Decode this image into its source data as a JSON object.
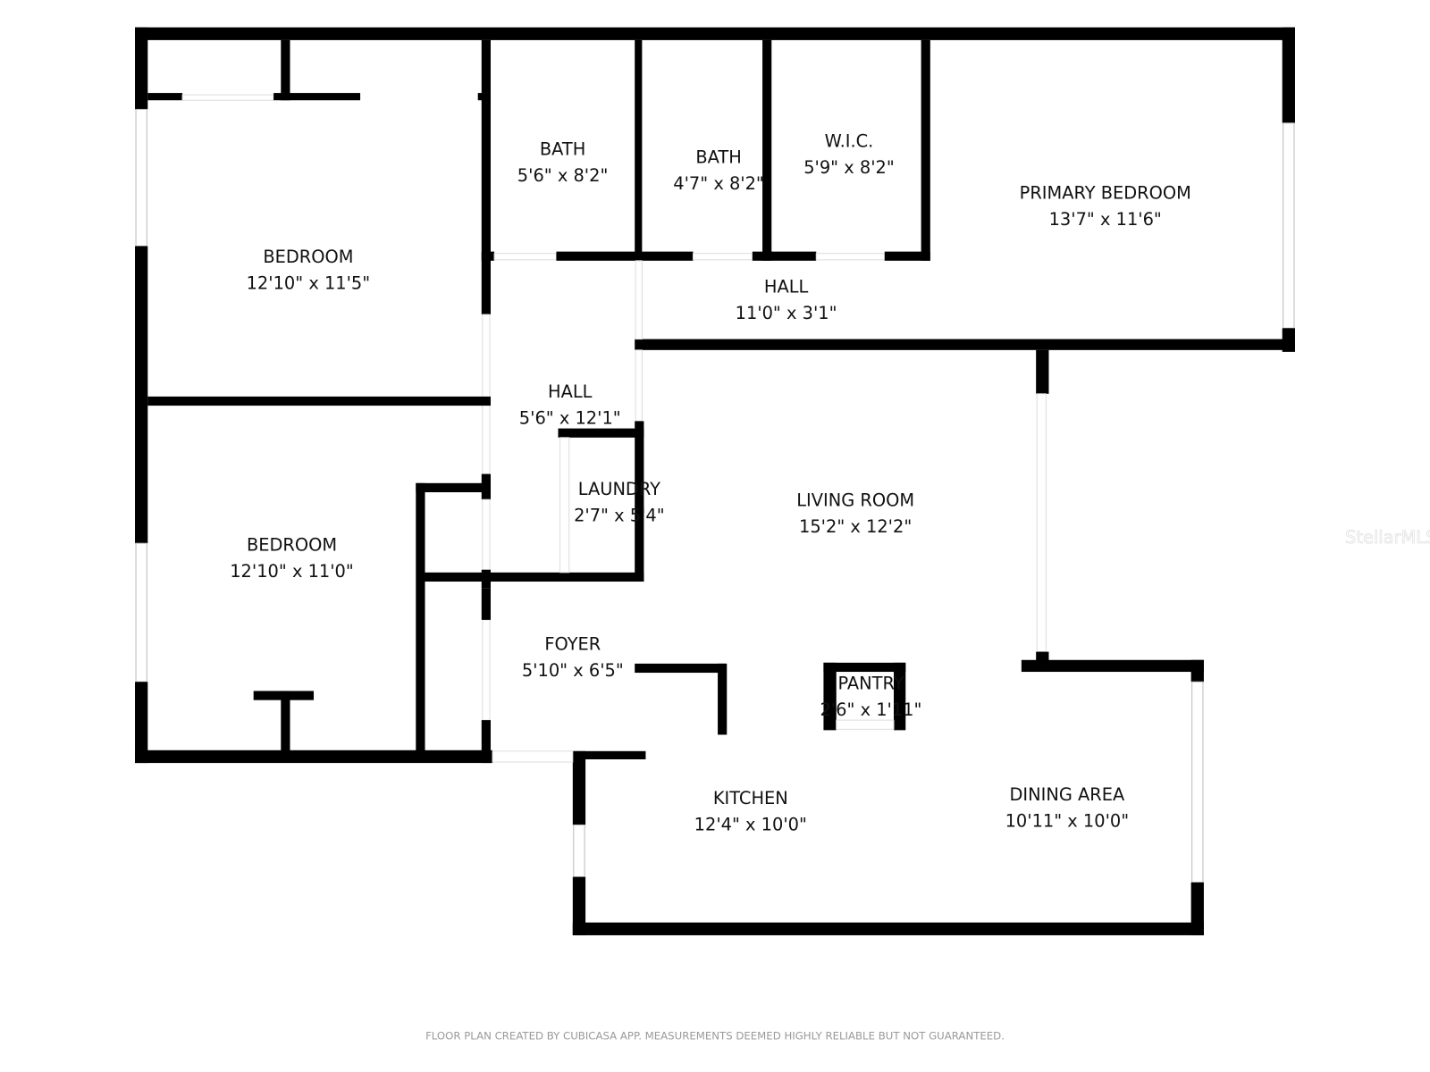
{
  "rooms": [
    {
      "id": "bedroom-1",
      "name": "BEDROOM",
      "dimensions": "12'10\" x 11'5\""
    },
    {
      "id": "bath-1",
      "name": "BATH",
      "dimensions": "5'6\" x 8'2\""
    },
    {
      "id": "bath-2",
      "name": "BATH",
      "dimensions": "4'7\" x 8'2\""
    },
    {
      "id": "wic",
      "name": "W.I.C.",
      "dimensions": "5'9\" x 8'2\""
    },
    {
      "id": "primary-bedroom",
      "name": "PRIMARY BEDROOM",
      "dimensions": "13'7\" x 11'6\""
    },
    {
      "id": "hall-1",
      "name": "HALL",
      "dimensions": "11'0\" x 3'1\""
    },
    {
      "id": "hall-2",
      "name": "HALL",
      "dimensions": "5'6\" x 12'1\""
    },
    {
      "id": "laundry",
      "name": "LAUNDRY",
      "dimensions": "2'7\" x 5'4\""
    },
    {
      "id": "living-room",
      "name": "LIVING ROOM",
      "dimensions": "15'2\" x 12'2\""
    },
    {
      "id": "bedroom-2",
      "name": "BEDROOM",
      "dimensions": "12'10\" x 11'0\""
    },
    {
      "id": "foyer",
      "name": "FOYER",
      "dimensions": "5'10\" x 6'5\""
    },
    {
      "id": "pantry",
      "name": "PANTRY",
      "dimensions": "2'6\" x 1'11\""
    },
    {
      "id": "kitchen",
      "name": "KITCHEN",
      "dimensions": "12'4\" x 10'0\""
    },
    {
      "id": "dining-area",
      "name": "DINING AREA",
      "dimensions": "10'11\" x 10'0\""
    }
  ],
  "footer": "FLOOR PLAN CREATED BY CUBICASA APP. MEASUREMENTS DEEMED HIGHLY RELIABLE BUT NOT GUARANTEED.",
  "watermark": "StellarMLS",
  "colors": {
    "wall": "#000000",
    "text": "#111111",
    "footer": "#9a9a9a"
  }
}
